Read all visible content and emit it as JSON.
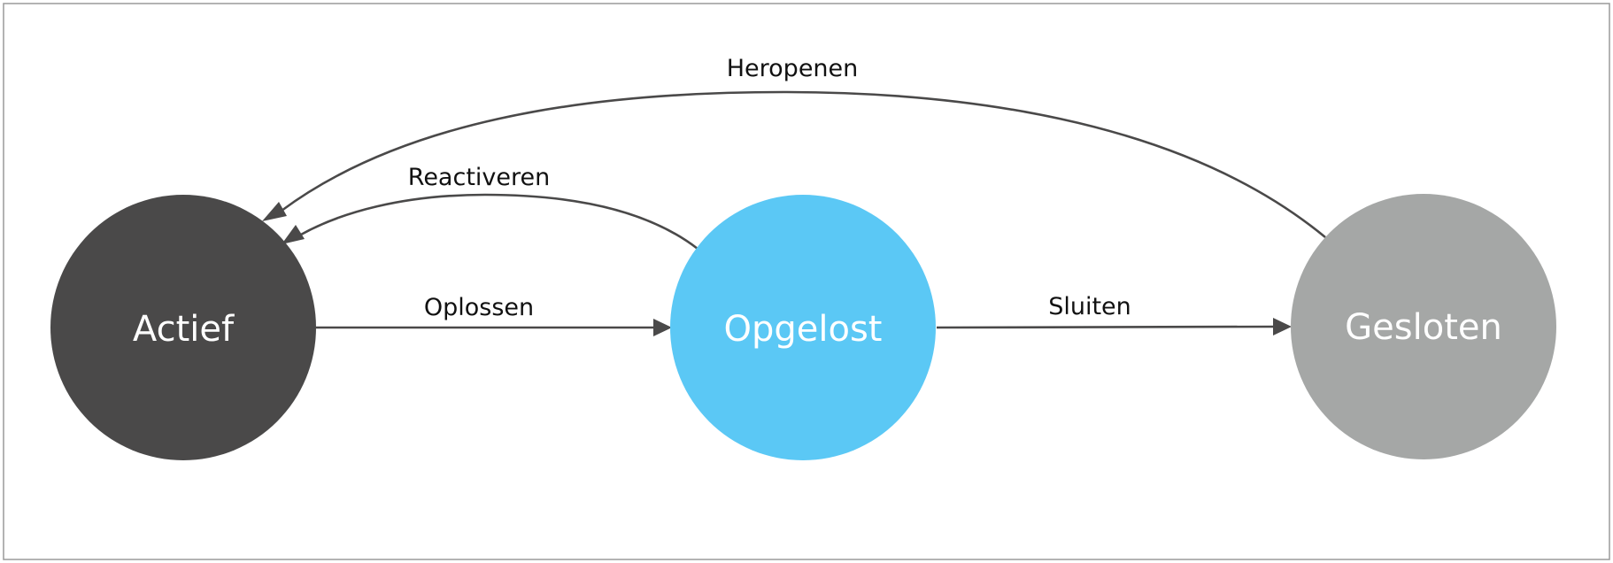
{
  "diagram": {
    "states": [
      {
        "id": "actief",
        "label": "Actief",
        "color": "#4a4949"
      },
      {
        "id": "opgelost",
        "label": "Opgelost",
        "color": "#5bc8f5"
      },
      {
        "id": "gesloten",
        "label": "Gesloten",
        "color": "#a5a7a6"
      }
    ],
    "transitions": [
      {
        "id": "oplossen",
        "label": "Oplossen",
        "from": "actief",
        "to": "opgelost"
      },
      {
        "id": "sluiten",
        "label": "Sluiten",
        "from": "opgelost",
        "to": "gesloten"
      },
      {
        "id": "reactiveren",
        "label": "Reactiveren",
        "from": "opgelost",
        "to": "actief"
      },
      {
        "id": "heropenen",
        "label": "Heropenen",
        "from": "gesloten",
        "to": "actief"
      }
    ],
    "edge_color": "#4a4949"
  }
}
